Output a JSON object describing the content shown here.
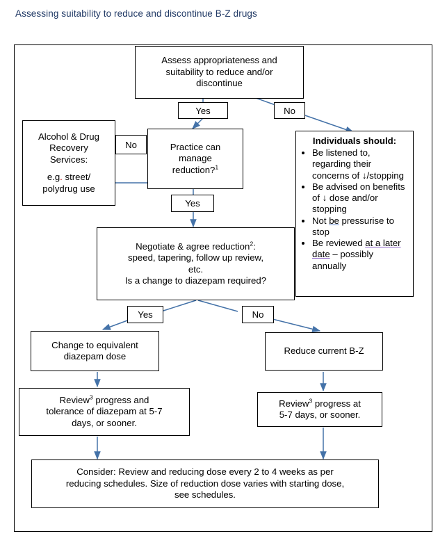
{
  "page": {
    "title": "Assessing suitability to reduce and discontinue B-Z drugs",
    "title_color": "#1f3864",
    "arrow_color": "#4472a8",
    "border_color": "#000000"
  },
  "chart_data": {
    "type": "diagram",
    "title": "Assessing suitability to reduce and discontinue B-Z drugs",
    "nodes": [
      {
        "id": "assess",
        "label": "Assess appropriateness and suitability to reduce and/or discontinue"
      },
      {
        "id": "ards",
        "label": "Alcohol & Drug Recovery Services: e.g. street/ polydrug use"
      },
      {
        "id": "practice",
        "label": "Practice can manage reduction?1"
      },
      {
        "id": "individuals",
        "label": "Individuals should:"
      },
      {
        "id": "negotiate",
        "label": "Negotiate & agree reduction2: speed, tapering, follow up review, etc. Is a change to diazepam required?"
      },
      {
        "id": "change",
        "label": "Change to equivalent diazepam dose"
      },
      {
        "id": "reduce",
        "label": "Reduce current B-Z"
      },
      {
        "id": "review_left",
        "label": "Review3 progress and tolerance of diazepam at 5-7 days, or sooner."
      },
      {
        "id": "review_right",
        "label": "Review3 progress at 5-7 days, or sooner."
      },
      {
        "id": "consider",
        "label": "Consider: Review and reducing dose every 2 to 4 weeks as per reducing schedules. Size of reduction dose varies with starting dose, see schedules."
      }
    ],
    "edges": [
      {
        "from": "assess",
        "to": "practice",
        "label": "Yes"
      },
      {
        "from": "assess",
        "to": "individuals",
        "label": "No"
      },
      {
        "from": "practice",
        "to": "ards",
        "label": "No"
      },
      {
        "from": "practice",
        "to": "negotiate",
        "label": "Yes"
      },
      {
        "from": "negotiate",
        "to": "change",
        "label": "Yes"
      },
      {
        "from": "negotiate",
        "to": "reduce",
        "label": "No"
      },
      {
        "from": "change",
        "to": "review_left",
        "label": ""
      },
      {
        "from": "reduce",
        "to": "review_right",
        "label": ""
      },
      {
        "from": "review_left",
        "to": "consider",
        "label": ""
      },
      {
        "from": "review_right",
        "to": "consider",
        "label": ""
      }
    ]
  },
  "nodes": {
    "assess": {
      "line1": "Assess appropriateness and",
      "line2": "suitability to reduce and/or",
      "line3": "discontinue"
    },
    "ards": {
      "line1": "Alcohol & Drug",
      "line2": "Recovery",
      "line3": "Services:",
      "line4_a": "e.g",
      "line4_b": ".",
      "line4_c": " street/",
      "line5": "polydrug use"
    },
    "practice": {
      "line1": "Practice can",
      "line2": "manage",
      "line3": "reduction?",
      "sup": "1"
    },
    "individuals": {
      "header": "Individuals should:",
      "b1_l1": "Be listened to,",
      "b1_l2": "regarding their",
      "b1_l3": "concerns of",
      "b1_l4": "↓/stopping",
      "b2_l1": "Be advised on",
      "b2_l2": "benefits of ↓ dose",
      "b2_l3": "and/or stopping",
      "b3_pre": "Not ",
      "b3_ul": "be",
      "b3_post": " pressurise to stop",
      "b4_pre": "Be reviewed ",
      "b4_ul": "at a later date",
      "b4_post": " – possibly annually"
    },
    "negotiate": {
      "line1_a": "Negotiate & agree reduction",
      "line1_sup": "2",
      "line1_b": ":",
      "line2": "speed, tapering, follow up review,",
      "line3": "etc.",
      "line4": "Is a change to diazepam required?"
    },
    "change": {
      "line1": "Change to equivalent",
      "line2": "diazepam dose"
    },
    "reduce": {
      "line1": "Reduce current B-Z"
    },
    "review_left": {
      "line1_a": "Review",
      "line1_sup": "3",
      "line1_b": " progress and",
      "line2": "tolerance of diazepam at 5-7",
      "line3": "days, or sooner."
    },
    "review_right": {
      "line1_a": "Review",
      "line1_sup": "3",
      "line1_b": " progress at",
      "line2": "5-7 days, or sooner."
    },
    "consider": {
      "line1": "Consider: Review and reducing dose every 2 to 4 weeks as per",
      "line2": "reducing schedules. Size of reduction dose varies with starting dose,",
      "line3": "see schedules."
    }
  },
  "decision_labels": {
    "assess_yes": "Yes",
    "assess_no": "No",
    "practice_no": "No",
    "practice_yes": "Yes",
    "negotiate_yes": "Yes",
    "negotiate_no": "No"
  }
}
